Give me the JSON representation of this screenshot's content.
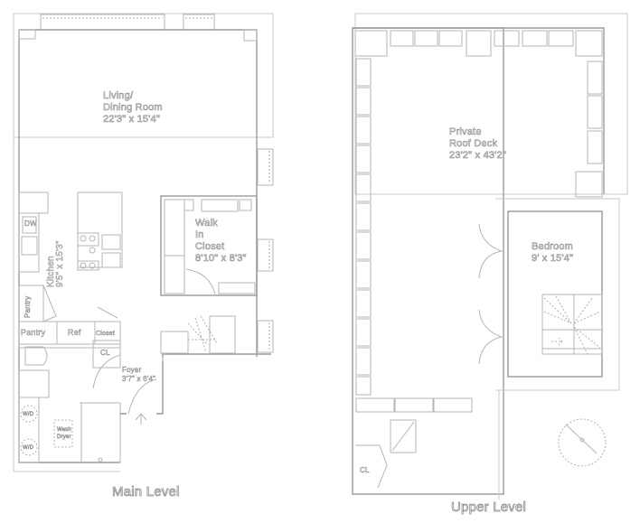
{
  "main_level": {
    "caption": "Main Level",
    "rooms": {
      "living": {
        "name_line1": "Living/",
        "name_line2": "Dining Room",
        "dims": "22'3\" x 15'4\""
      },
      "walk_in_closet": {
        "name_line1": "Walk",
        "name_line2": "In",
        "name_line3": "Closet",
        "dims": "8'10\" x 8'3\""
      },
      "kitchen": {
        "name": "Kitchen",
        "dims": "9'5\" x 15'3\""
      },
      "foyer": {
        "name": "Foyer",
        "dims": "3'7\" x 6'4\""
      }
    },
    "fixtures": {
      "dw": "DW",
      "pantry_vertical": "Pantry",
      "pantry": "Pantry",
      "ref": "Ref",
      "closet_small": "Closet",
      "cl": "CL",
      "washer_dryer": "W/D",
      "stacked_wd_line1": "Wash",
      "stacked_wd_line2": "Dryer"
    }
  },
  "upper_level": {
    "caption": "Upper Level",
    "rooms": {
      "roof_deck": {
        "name_line1": "Private",
        "name_line2": "Roof Deck",
        "dims": "23'2\" x 43'2\""
      },
      "bedroom": {
        "name": "Bedroom",
        "dims": "9' x 15'4\""
      }
    },
    "fixtures": {
      "cl": "CL"
    }
  },
  "compass": {
    "icon": "compass-rose-icon"
  },
  "colors": {
    "line": "#9a9a9a",
    "background": "#ffffff"
  }
}
